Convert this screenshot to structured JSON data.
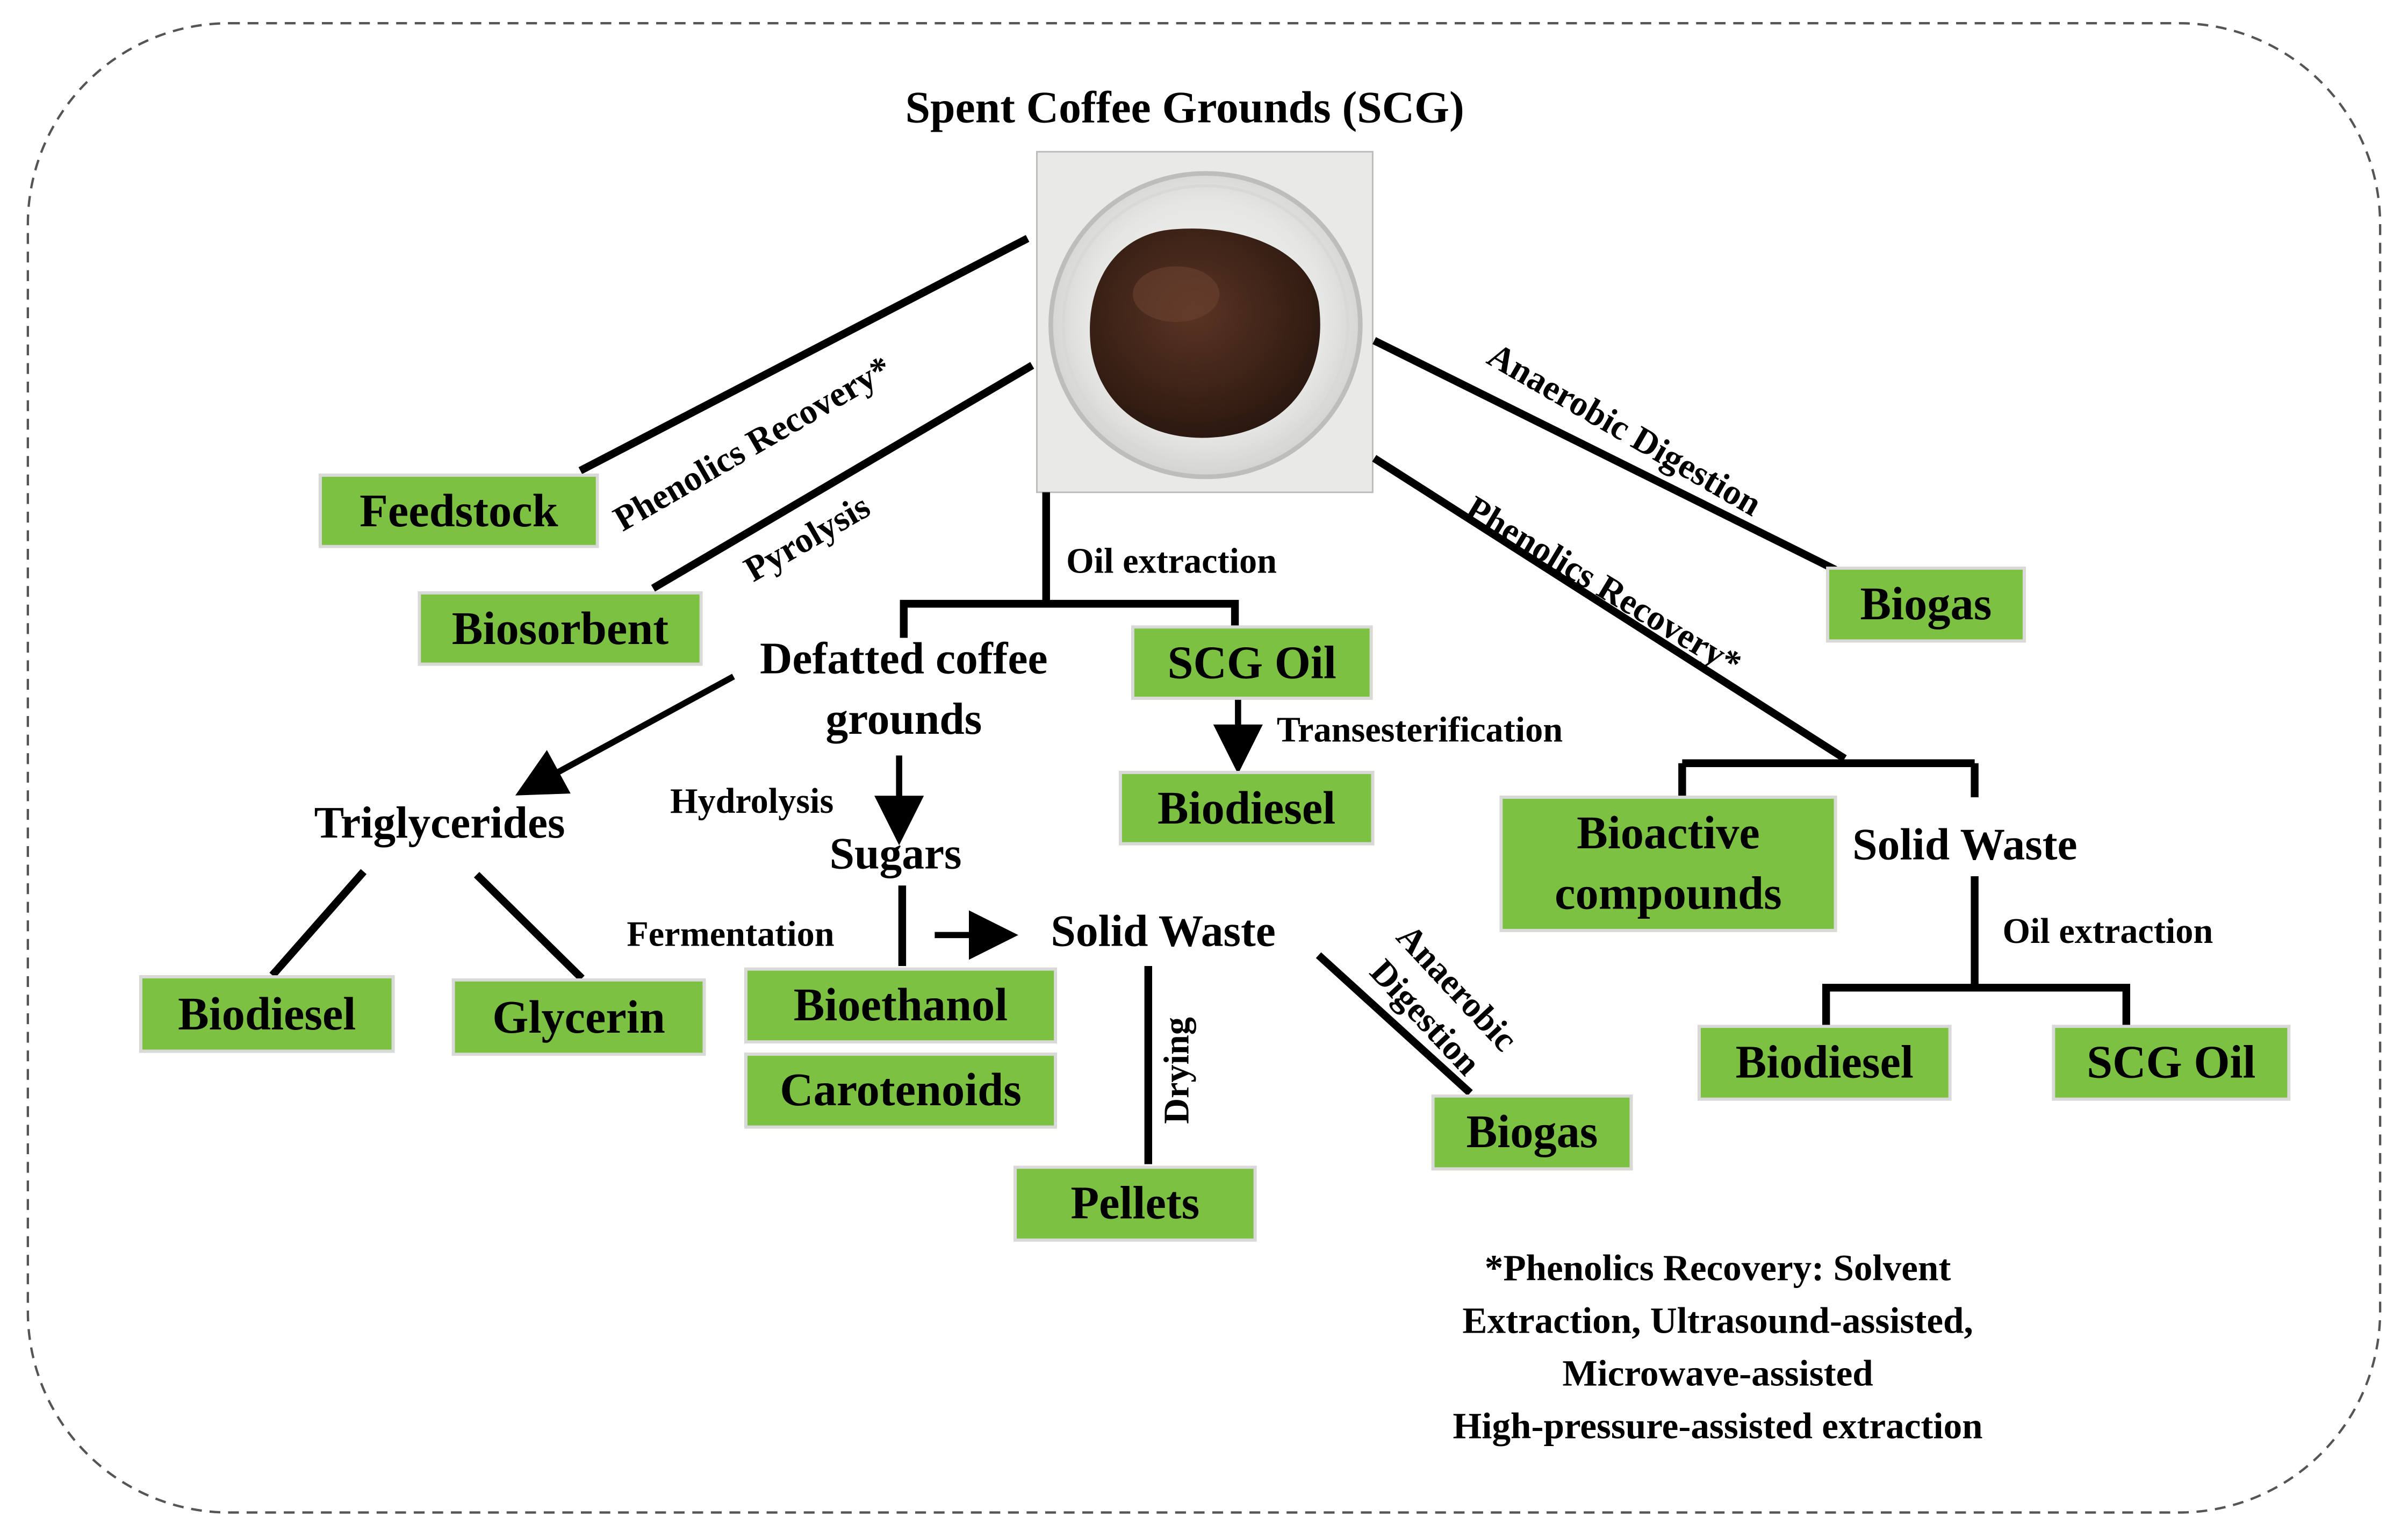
{
  "title": "Spent Coffee Grounds (SCG)",
  "products": {
    "feedstock": "Feedstock",
    "biosorbent": "Biosorbent",
    "scg_oil_top": "SCG Oil",
    "biodiesel_trans": "Biodiesel",
    "biogas_right": "Biogas",
    "bioactive_line1": "Bioactive",
    "bioactive_line2": "compounds",
    "biodiesel_left": "Biodiesel",
    "glycerin": "Glycerin",
    "bioethanol": "Bioethanol",
    "carotenoids": "Carotenoids",
    "pellets": "Pellets",
    "biogas_mid": "Biogas",
    "biodiesel_right": "Biodiesel",
    "scg_oil_right": "SCG Oil"
  },
  "intermediates": {
    "defatted_line1": "Defatted coffee",
    "defatted_line2": "grounds",
    "triglycerides": "Triglycerides",
    "sugars": "Sugars",
    "solid_waste_mid": "Solid Waste",
    "solid_waste_right": "Solid Waste"
  },
  "processes": {
    "phenolics_left": "Phenolics Recovery*",
    "pyrolysis": "Pyrolysis",
    "oil_extraction_top": "Oil extraction",
    "transesterification": "Transesterification",
    "anaerobic_right": "Anaerobic Digestion",
    "phenolics_right": "Phenolics Recovery*",
    "hydrolysis": "Hydrolysis",
    "fermentation": "Fermentation",
    "drying": "Drying",
    "anaerobic_mid_line1": "Anaerobic",
    "anaerobic_mid_line2": "Digestion",
    "oil_extraction_right": "Oil extraction"
  },
  "footnote": {
    "line1": "*Phenolics Recovery: Solvent",
    "line2": "Extraction, Ultrasound-assisted,",
    "line3": "Microwave-assisted",
    "line4": "High-pressure-assisted extraction"
  },
  "colors": {
    "product_box": "#7cc142",
    "lines": "#000000",
    "frame": "#555555"
  }
}
